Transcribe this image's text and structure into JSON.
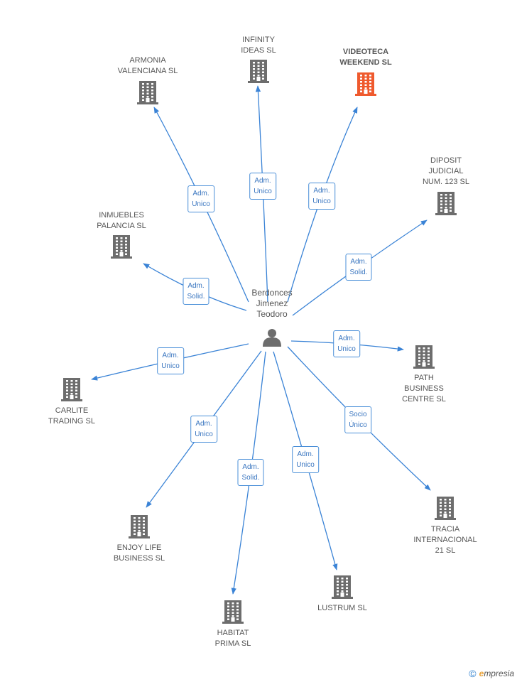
{
  "center": {
    "name_lines": [
      "Berdonces",
      "Jimenez",
      "Teodoro"
    ],
    "icon": "person-icon",
    "icon_color": "#6d6d6d"
  },
  "colors": {
    "edge": "#3a83d6",
    "building": "#6d6d6d",
    "highlight": "#ef5a2e"
  },
  "nodes": [
    {
      "id": "armonia",
      "label_lines": [
        "ARMONIA",
        "VALENCIANA SL"
      ],
      "role_lines": [
        "Adm.",
        "Unico"
      ],
      "highlight": false
    },
    {
      "id": "infinity",
      "label_lines": [
        "INFINITY",
        "IDEAS SL"
      ],
      "role_lines": [
        "Adm.",
        "Unico"
      ],
      "highlight": false
    },
    {
      "id": "videoteca",
      "label_lines": [
        "VIDEOTECA",
        "WEEKEND SL"
      ],
      "role_lines": [
        "Adm.",
        "Unico"
      ],
      "highlight": true
    },
    {
      "id": "diposit",
      "label_lines": [
        "DIPOSIT",
        "JUDICIAL",
        "NUM. 123 SL"
      ],
      "role_lines": [
        "Adm.",
        "Solid."
      ],
      "highlight": false
    },
    {
      "id": "inmuebles",
      "label_lines": [
        "INMUEBLES",
        "PALANCIA SL"
      ],
      "role_lines": [
        "Adm.",
        "Solid."
      ],
      "highlight": false
    },
    {
      "id": "carlite",
      "label_lines": [
        "CARLITE",
        "TRADING SL"
      ],
      "role_lines": [
        "Adm.",
        "Unico"
      ],
      "highlight": false
    },
    {
      "id": "path",
      "label_lines": [
        "PATH",
        "BUSINESS",
        "CENTRE SL"
      ],
      "role_lines": [
        "Adm.",
        "Unico"
      ],
      "highlight": false
    },
    {
      "id": "tracia",
      "label_lines": [
        "TRACIA",
        "INTERNACIONAL",
        "21 SL"
      ],
      "role_lines": [
        "Socio",
        "Único"
      ],
      "highlight": false
    },
    {
      "id": "enjoy",
      "label_lines": [
        "ENJOY LIFE",
        "BUSINESS SL"
      ],
      "role_lines": [
        "Adm.",
        "Unico"
      ],
      "highlight": false
    },
    {
      "id": "habitat",
      "label_lines": [
        "HABITAT",
        "PRIMA SL"
      ],
      "role_lines": [
        "Adm.",
        "Solid."
      ],
      "highlight": false
    },
    {
      "id": "lustrum",
      "label_lines": [
        "LUSTRUM SL"
      ],
      "role_lines": [
        "Adm.",
        "Unico"
      ],
      "highlight": false
    }
  ],
  "footer": {
    "copyright_symbol": "©",
    "brand_initial": "e",
    "brand_rest": "mpresia"
  }
}
